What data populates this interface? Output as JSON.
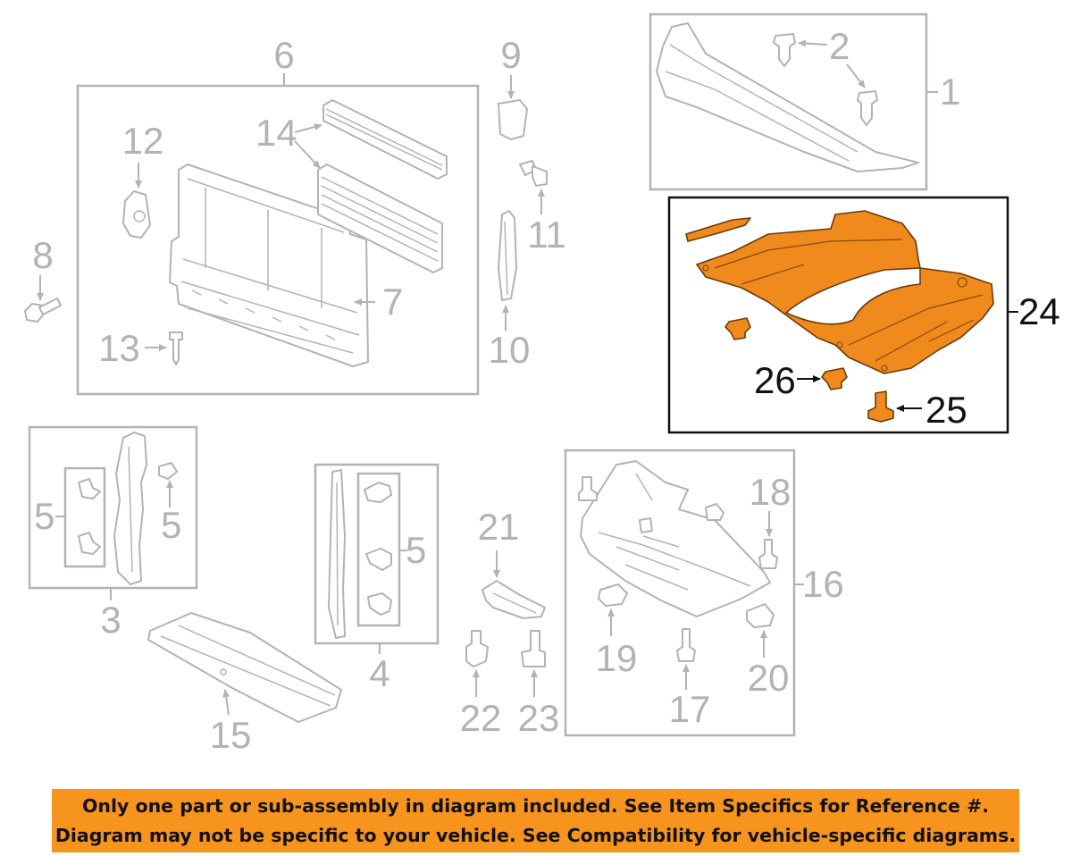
{
  "callouts": {
    "c1": "1",
    "c2": "2",
    "c3": "3",
    "c4": "4",
    "c5a": "5",
    "c5b": "5",
    "c5c": "5",
    "c6": "6",
    "c7": "7",
    "c8": "8",
    "c9": "9",
    "c10": "10",
    "c11": "11",
    "c12": "12",
    "c13": "13",
    "c14": "14",
    "c15": "15",
    "c16": "16",
    "c17": "17",
    "c18": "18",
    "c19": "19",
    "c20": "20",
    "c21": "21",
    "c22": "22",
    "c23": "23",
    "c24": "24",
    "c25": "25",
    "c26": "26"
  },
  "highlight_color": "#f08a1c",
  "notice": {
    "line1": "Only one part or sub-assembly in diagram included. See Item Specifics for Reference #.",
    "line2": "Diagram may not be specific to your vehicle. See Compatibility for vehicle-specific diagrams.",
    "background": "#f7941d"
  }
}
